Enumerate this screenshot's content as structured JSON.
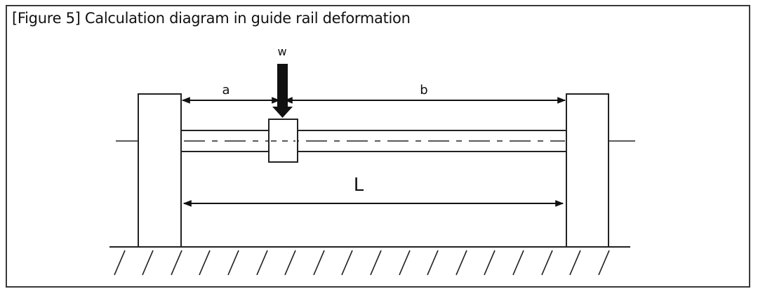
{
  "figure": {
    "caption": "[Figure 5] Calculation diagram in guide rail deformation"
  },
  "labels": {
    "load": "w",
    "dist_a": "a",
    "dist_b": "b",
    "length": "L"
  }
}
